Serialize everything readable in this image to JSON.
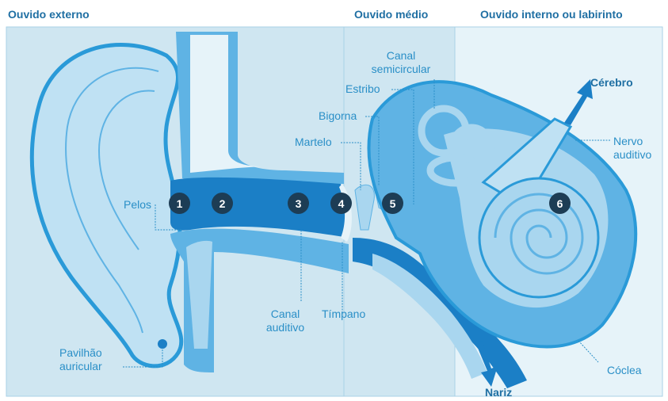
{
  "sections": {
    "outer": "Ouvido externo",
    "middle": "Ouvido médio",
    "inner": "Ouvido interno ou labirinto"
  },
  "labels": {
    "canal_semicircular_1": "Canal",
    "canal_semicircular_2": "semicircular",
    "estribo": "Estribo",
    "bigorna": "Bigorna",
    "martelo": "Martelo",
    "pelos": "Pelos",
    "cerebro": "Cérebro",
    "nervo_1": "Nervo",
    "nervo_2": "auditivo",
    "canal_auditivo_1": "Canal",
    "canal_auditivo_2": "auditivo",
    "timpano": "Tímpano",
    "pavilhao_1": "Pavilhão",
    "pavilhao_2": "auricular",
    "coclea": "Cóclea",
    "nariz": "Nariz"
  },
  "markers": [
    "1",
    "2",
    "3",
    "4",
    "5",
    "6"
  ],
  "colors": {
    "section_title": "#1f6fa3",
    "label": "#2a8fc7",
    "marker_bg": "#1d3d55",
    "panel_outer": "#cfe6f1",
    "panel_middle": "#cfe6f1",
    "panel_inner": "#e6f3f9",
    "structure_light": "#a9d6ef",
    "structure_mid": "#5fb3e4",
    "structure_dark": "#1b7fc6"
  }
}
